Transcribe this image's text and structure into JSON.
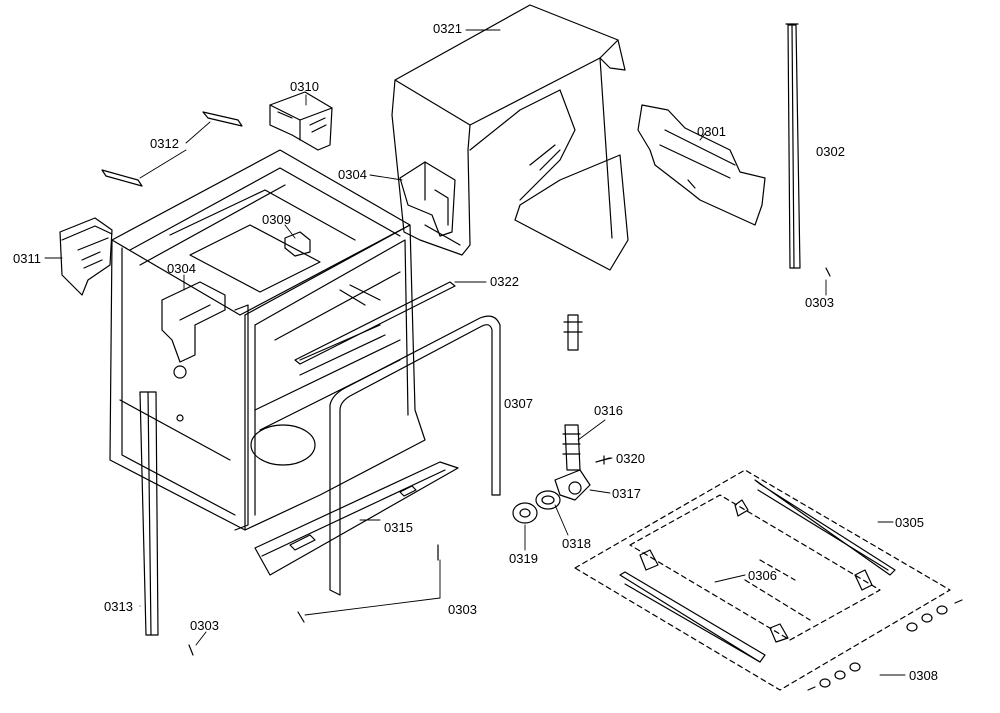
{
  "diagram": {
    "labels": [
      {
        "id": "0321",
        "text": "0321"
      },
      {
        "id": "0310",
        "text": "0310"
      },
      {
        "id": "0312",
        "text": "0312"
      },
      {
        "id": "0301",
        "text": "0301"
      },
      {
        "id": "0302",
        "text": "0302"
      },
      {
        "id": "0304a",
        "text": "0304"
      },
      {
        "id": "0309",
        "text": "0309"
      },
      {
        "id": "0311",
        "text": "0311"
      },
      {
        "id": "0304b",
        "text": "0304"
      },
      {
        "id": "0322",
        "text": "0322"
      },
      {
        "id": "0303a",
        "text": "0303"
      },
      {
        "id": "0307",
        "text": "0307"
      },
      {
        "id": "0316",
        "text": "0316"
      },
      {
        "id": "0320",
        "text": "0320"
      },
      {
        "id": "0317",
        "text": "0317"
      },
      {
        "id": "0305",
        "text": "0305"
      },
      {
        "id": "0315",
        "text": "0315"
      },
      {
        "id": "0318",
        "text": "0318"
      },
      {
        "id": "0319",
        "text": "0319"
      },
      {
        "id": "0306",
        "text": "0306"
      },
      {
        "id": "0313",
        "text": "0313"
      },
      {
        "id": "0303b",
        "text": "0303"
      },
      {
        "id": "0303c",
        "text": "0303"
      },
      {
        "id": "0308",
        "text": "0308"
      }
    ]
  }
}
